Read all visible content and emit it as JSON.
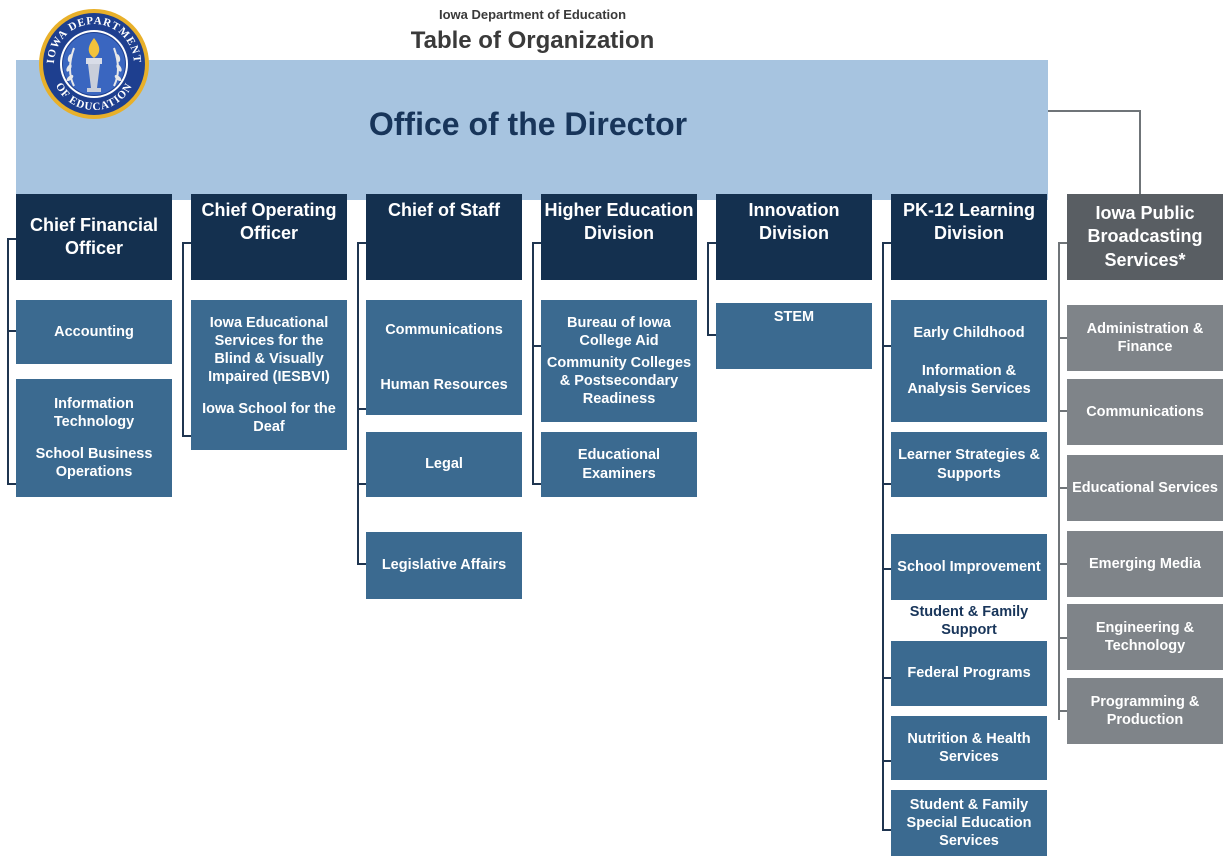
{
  "header": {
    "supertitle": "Iowa Department of Education",
    "title": "Table of Organization"
  },
  "seal": {
    "top_text": "IOWA DEPARTMENT",
    "bottom_text": "OF EDUCATION"
  },
  "director": {
    "label": "Office of the Director"
  },
  "divisions": [
    {
      "label": "Chief Financial Officer",
      "units": [
        "Accounting",
        [
          "Information Technology",
          "School Business Operations"
        ]
      ]
    },
    {
      "label": "Chief Operating Officer",
      "units": [
        [
          "Iowa Educational Services for the Blind & Visually Impaired (IESBVI)",
          "Iowa School for the Deaf"
        ]
      ]
    },
    {
      "label": "Chief of Staff",
      "units": [
        [
          "Communications",
          "Human Resources"
        ],
        "Legal",
        "Legislative Affairs"
      ]
    },
    {
      "label": "Higher Education Division",
      "units": [
        [
          "Bureau of Iowa College Aid",
          "Community Colleges & Postsecondary Readiness"
        ],
        "Educational Examiners"
      ]
    },
    {
      "label": "Innovation Division",
      "units": [
        "STEM"
      ]
    },
    {
      "label": "PK-12 Learning Division",
      "units": [
        [
          "Early Childhood",
          "Information & Analysis Services"
        ],
        "Learner Strategies & Supports",
        "School Improvement",
        "Student & Family Support",
        "Federal Programs",
        "Nutrition & Health Services",
        "Student & Family Special Education Services"
      ]
    }
  ],
  "ipbs": {
    "label": "Iowa Public Broadcasting Services*",
    "units": [
      "Administration & Finance",
      "Communications",
      "Educational Services",
      "Emerging Media",
      "Engineering & Technology",
      "Programming & Production"
    ]
  },
  "colors": {
    "director_bg": "#a7c4e0",
    "division_bg": "#14304f",
    "unit_bg": "#3b6a90",
    "ipbs_head_bg": "#595e63",
    "ipbs_unit_bg": "#7f8489"
  }
}
